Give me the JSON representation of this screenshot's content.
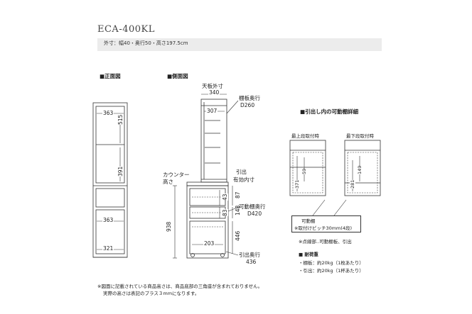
{
  "model": "ECA-400KL",
  "spec": "外寸：幅40・奥行50・高さ197.5cm",
  "sections": {
    "front": "■正面図",
    "side": "■側面図",
    "drawer_detail": "■引出し内の可動棚詳細"
  },
  "front_dims": {
    "top_width": "363",
    "upper_height": "515",
    "lower_height": "391",
    "bottom_inner_width": "363",
    "base_width": "321"
  },
  "side_labels": {
    "top_outer_title": "天板外寸",
    "top_outer_value": "340",
    "shelf_depth_value": "307",
    "shelf_depth_title": "棚板奥行",
    "shelf_depth_d": "D260",
    "counter_height_line1": "カウンター",
    "counter_height_line2": "高さ",
    "drawer_inner_line1": "引出",
    "drawer_inner_line2": "有効内寸",
    "dim_87": "87",
    "dim_43": "43",
    "dim_148": "148",
    "dim_83": "83",
    "movable_shelf_depth": "可動棚奥行",
    "movable_shelf_d": "D420",
    "dim_938": "938",
    "dim_446": "446",
    "dim_203": "203",
    "drawer_depth_title": "引出奥行",
    "drawer_depth_value": "436"
  },
  "detail": {
    "top_stage": "最上段取付時",
    "bottom_stage": "最下段取付時",
    "top_dims": [
      "371",
      "59"
    ],
    "bottom_dims": [
      "281",
      "149"
    ],
    "shelf_box_line1": "可動棚",
    "shelf_box_line2": "※取付けピッチ30mm(4段)",
    "dotted_note": "※点線部‥可動棚板、引出",
    "load_title": "■ 耐荷重",
    "load_shelf": "・棚板：約20kg（1枚あたり）",
    "load_drawer": "・引出：約20kg（1杯あたり）"
  },
  "footnote": {
    "line1": "※図面に記載されている商品高さは、商品底部の三角座が含まれておりません。",
    "line2": "実際の高さは表記のプラス３mmになります。"
  }
}
